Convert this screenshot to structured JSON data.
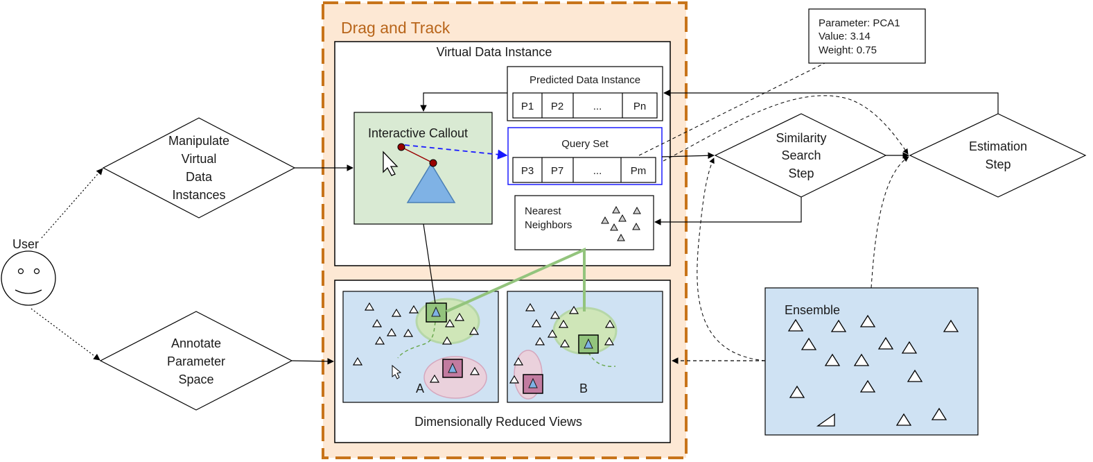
{
  "colors": {
    "frame_orange": "#c8741a",
    "frame_fill": "#fde8d4",
    "callout_green": "#d9ead3",
    "view_blue": "#cfe2f3",
    "triangle_blue": "#7fb2e5",
    "ellipse_green": "#cfe6b8",
    "ellipse_pink": "#ead1dc",
    "link_green": "#93c47d",
    "query_blue": "#1a1aff",
    "dot_red": "#990000"
  },
  "frame": {
    "title": "Drag and Track"
  },
  "virtual_instance": {
    "title": "Virtual Data Instance"
  },
  "predicted": {
    "title": "Predicted Data Instance",
    "cells": [
      "P1",
      "P2",
      "...",
      "Pn"
    ]
  },
  "query_set": {
    "title": "Query Set",
    "cells": [
      "P3",
      "P7",
      "...",
      "Pm"
    ]
  },
  "callout": {
    "title": "Interactive Callout"
  },
  "nearest": {
    "line1": "Nearest",
    "line2": "Neighbors"
  },
  "tooltip": {
    "line1": "Parameter: PCA1",
    "line2": "Value: 3.14",
    "line3": "Weight: 0.75"
  },
  "manipulate": {
    "line1": "Manipulate",
    "line2": "Virtual",
    "line3": "Data",
    "line4": "Instances"
  },
  "annotate": {
    "line1": "Annotate",
    "line2": "Parameter",
    "line3": "Space"
  },
  "similarity": {
    "line1": "Similarity",
    "line2": "Search",
    "line3": "Step"
  },
  "estimation": {
    "line1": "Estimation",
    "line2": "Step"
  },
  "user": {
    "label": "User"
  },
  "ensemble": {
    "label": "Ensemble"
  },
  "views": {
    "label_a": "A",
    "label_b": "B",
    "caption": "Dimensionally Reduced Views"
  }
}
